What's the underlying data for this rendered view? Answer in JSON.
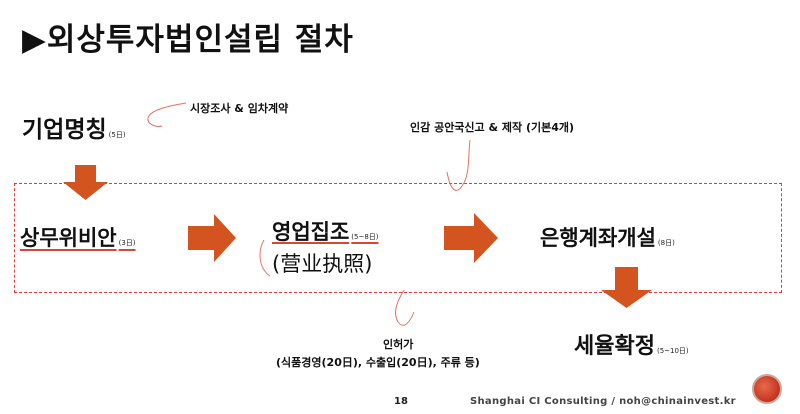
{
  "title": "▶외상투자법인설립 절차",
  "steps": [
    {
      "label": "기업명칭",
      "days": "(5日)"
    },
    {
      "label": "상무위비안",
      "days": "(3日)"
    },
    {
      "label": "영업집조",
      "days": "(5~8日)",
      "sub": "(营业执照)"
    },
    {
      "label": "은행계좌개설",
      "days": "(8日)"
    },
    {
      "label": "세율확정",
      "days": "(5~10日)"
    }
  ],
  "notes": {
    "market_research": "시장조사 & 임차계약",
    "seal": "인감 공안국신고 & 제작 (기본4개)",
    "permit_head": "인허가",
    "permit_detail": "(식품경영(20日), 수출입(20日), 주류 등)"
  },
  "footer": {
    "page": "18",
    "text": "Shanghai CI Consulting  /  noh@chinainvest.kr"
  },
  "colors": {
    "arrow": "#d4541f",
    "dashed_box": "#e03a3a",
    "annotation_curve": "#e07560"
  }
}
